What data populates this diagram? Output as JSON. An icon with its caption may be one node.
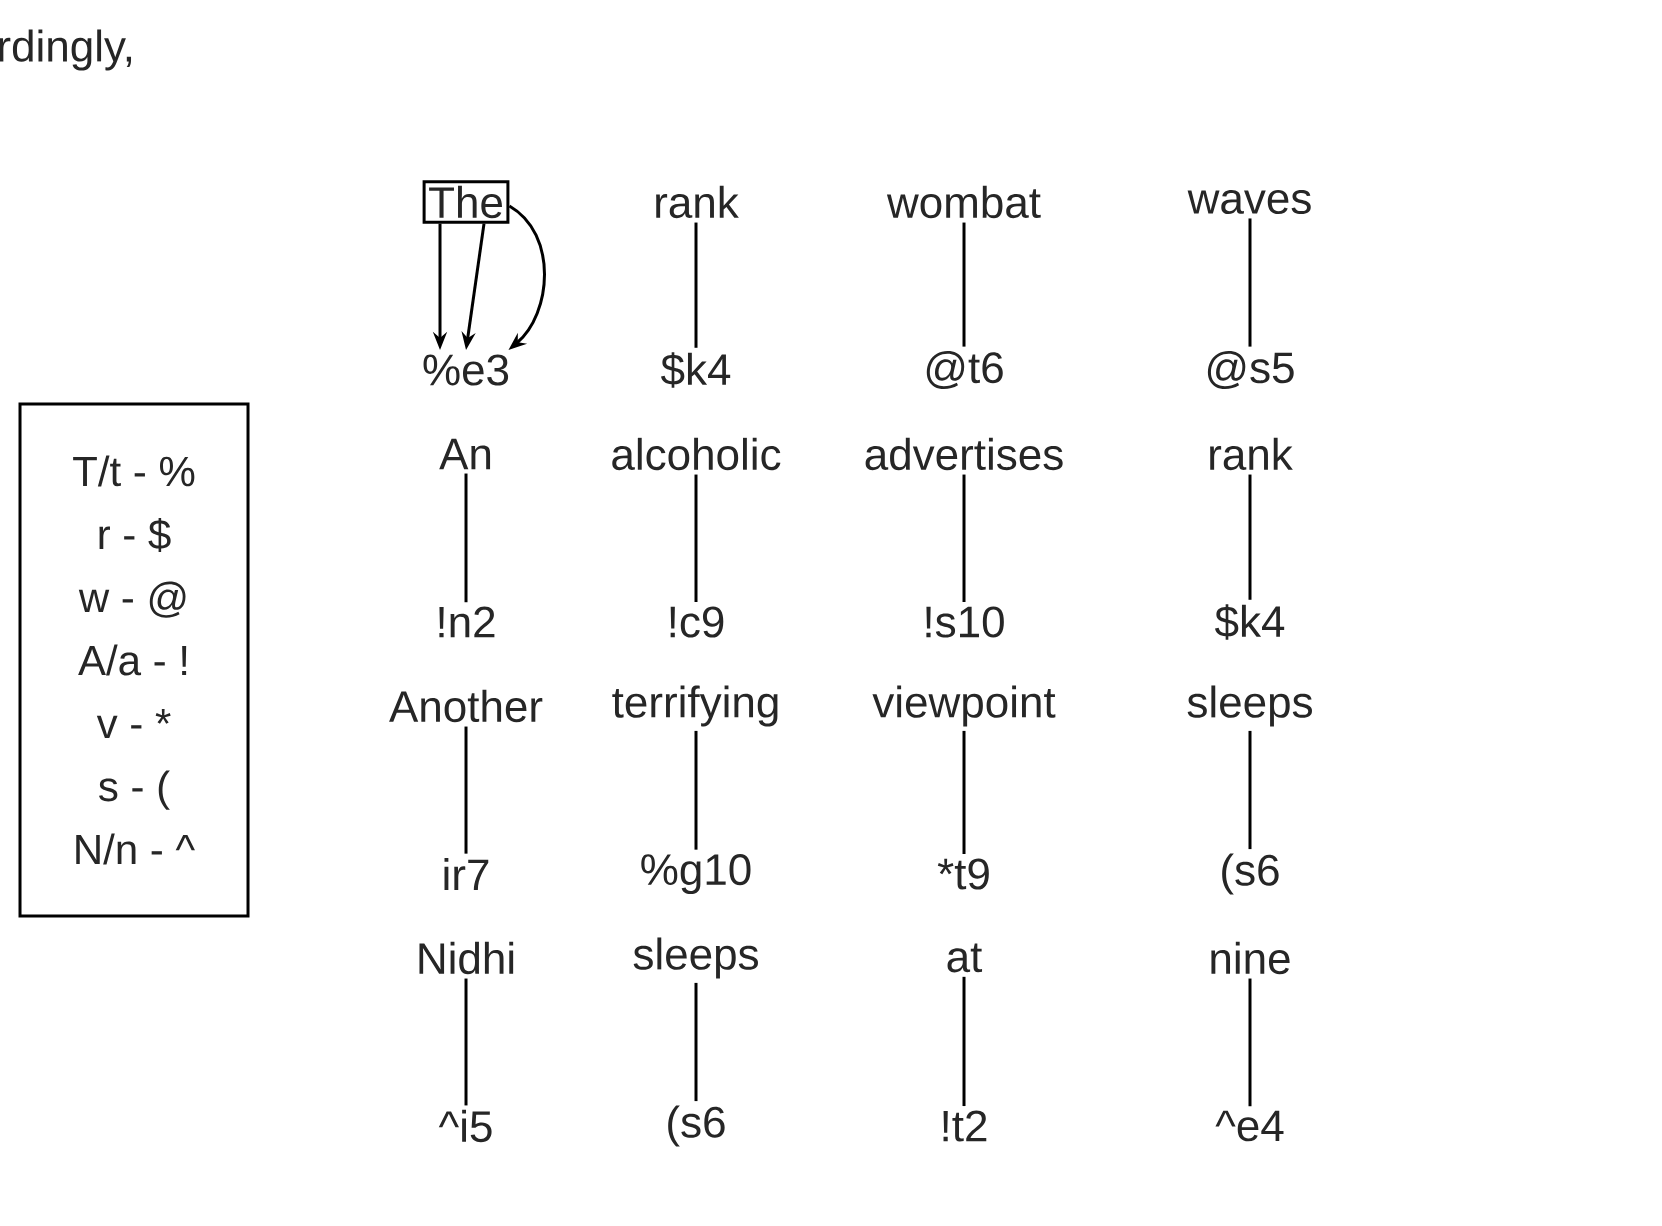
{
  "diagram": {
    "nodes": [
      {
        "text": [
          "The"
        ]
      },
      {
        "text": [
          "rank"
        ]
      },
      {
        "text": [
          "wombat"
        ]
      },
      {
        "text": [
          "waves"
        ]
      },
      {
        "text": [
          "%e3"
        ]
      },
      {
        "text": [
          "$k4"
        ]
      },
      {
        "text": [
          "@t6"
        ]
      },
      {
        "text": [
          "@s5"
        ]
      },
      {
        "text": [
          "An"
        ]
      },
      {
        "text": [
          "alcoholic"
        ]
      },
      {
        "text": [
          "advertises"
        ]
      },
      {
        "text": [
          "rank"
        ]
      },
      {
        "text": [
          "!n2"
        ]
      },
      {
        "text": [
          "!c9"
        ]
      },
      {
        "text": [
          "!s10"
        ]
      },
      {
        "text": [
          "$k4"
        ]
      },
      {
        "text": [
          "Another"
        ]
      },
      {
        "text": [
          "terrifying"
        ]
      },
      {
        "text": [
          "viewpoint"
        ]
      },
      {
        "text": [
          "sleeps"
        ]
      },
      {
        "text": [
          "ir7"
        ]
      },
      {
        "text": [
          "%g10"
        ]
      },
      {
        "text": [
          "*t9"
        ]
      },
      {
        "text": [
          "(s6"
        ]
      },
      {
        "text": [
          "Nidhi"
        ]
      },
      {
        "text": [
          "sleeps"
        ]
      },
      {
        "text": [
          "at"
        ]
      },
      {
        "text": [
          "nine"
        ]
      },
      {
        "text": [
          "^i5"
        ]
      },
      {
        "text": [
          "(s6"
        ]
      },
      {
        "text": [
          "!t2"
        ]
      },
      {
        "text": [
          "^e4"
        ]
      },
      {
        "text": [
          "T/t - %",
          "r - $",
          "w - @",
          "A/a - !",
          "v - *",
          "s - (",
          "N/n - ^"
        ]
      }
    ],
    "edges": [
      {
        "from": 0,
        "to": 4,
        "arrow": "to"
      },
      {
        "from": 0,
        "to": 4,
        "arrow": "to"
      },
      {
        "from": 0,
        "to": 4,
        "arrow": "to"
      },
      {
        "from": 1,
        "to": 5,
        "arrow": "none"
      },
      {
        "from": 2,
        "to": 6,
        "arrow": "none"
      },
      {
        "from": 3,
        "to": 7,
        "arrow": "none"
      },
      {
        "from": 8,
        "to": 12,
        "arrow": "none"
      },
      {
        "from": 9,
        "to": 13,
        "arrow": "none"
      },
      {
        "from": 10,
        "to": 14,
        "arrow": "none"
      },
      {
        "from": 11,
        "to": 15,
        "arrow": "none"
      },
      {
        "from": 16,
        "to": 20,
        "arrow": "none"
      },
      {
        "from": 17,
        "to": 21,
        "arrow": "none"
      },
      {
        "from": 18,
        "to": 22,
        "arrow": "none"
      },
      {
        "from": 19,
        "to": 23,
        "arrow": "none"
      },
      {
        "from": 24,
        "to": 28,
        "arrow": "none"
      },
      {
        "from": 25,
        "to": 29,
        "arrow": "none"
      },
      {
        "from": 26,
        "to": 30,
        "arrow": "none"
      },
      {
        "from": 27,
        "to": 31,
        "arrow": "none"
      }
    ],
    "labels": [
      "rdingly,"
    ]
  }
}
